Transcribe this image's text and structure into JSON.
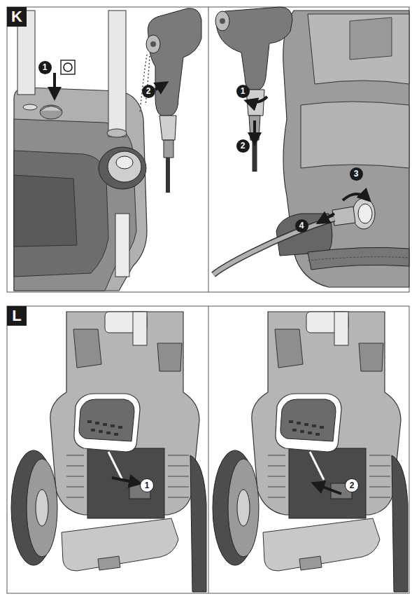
{
  "diagram": {
    "labels": [
      "K",
      "1",
      "2",
      "1",
      "2",
      "3",
      "4",
      "L",
      "1",
      "2"
    ]
  }
}
